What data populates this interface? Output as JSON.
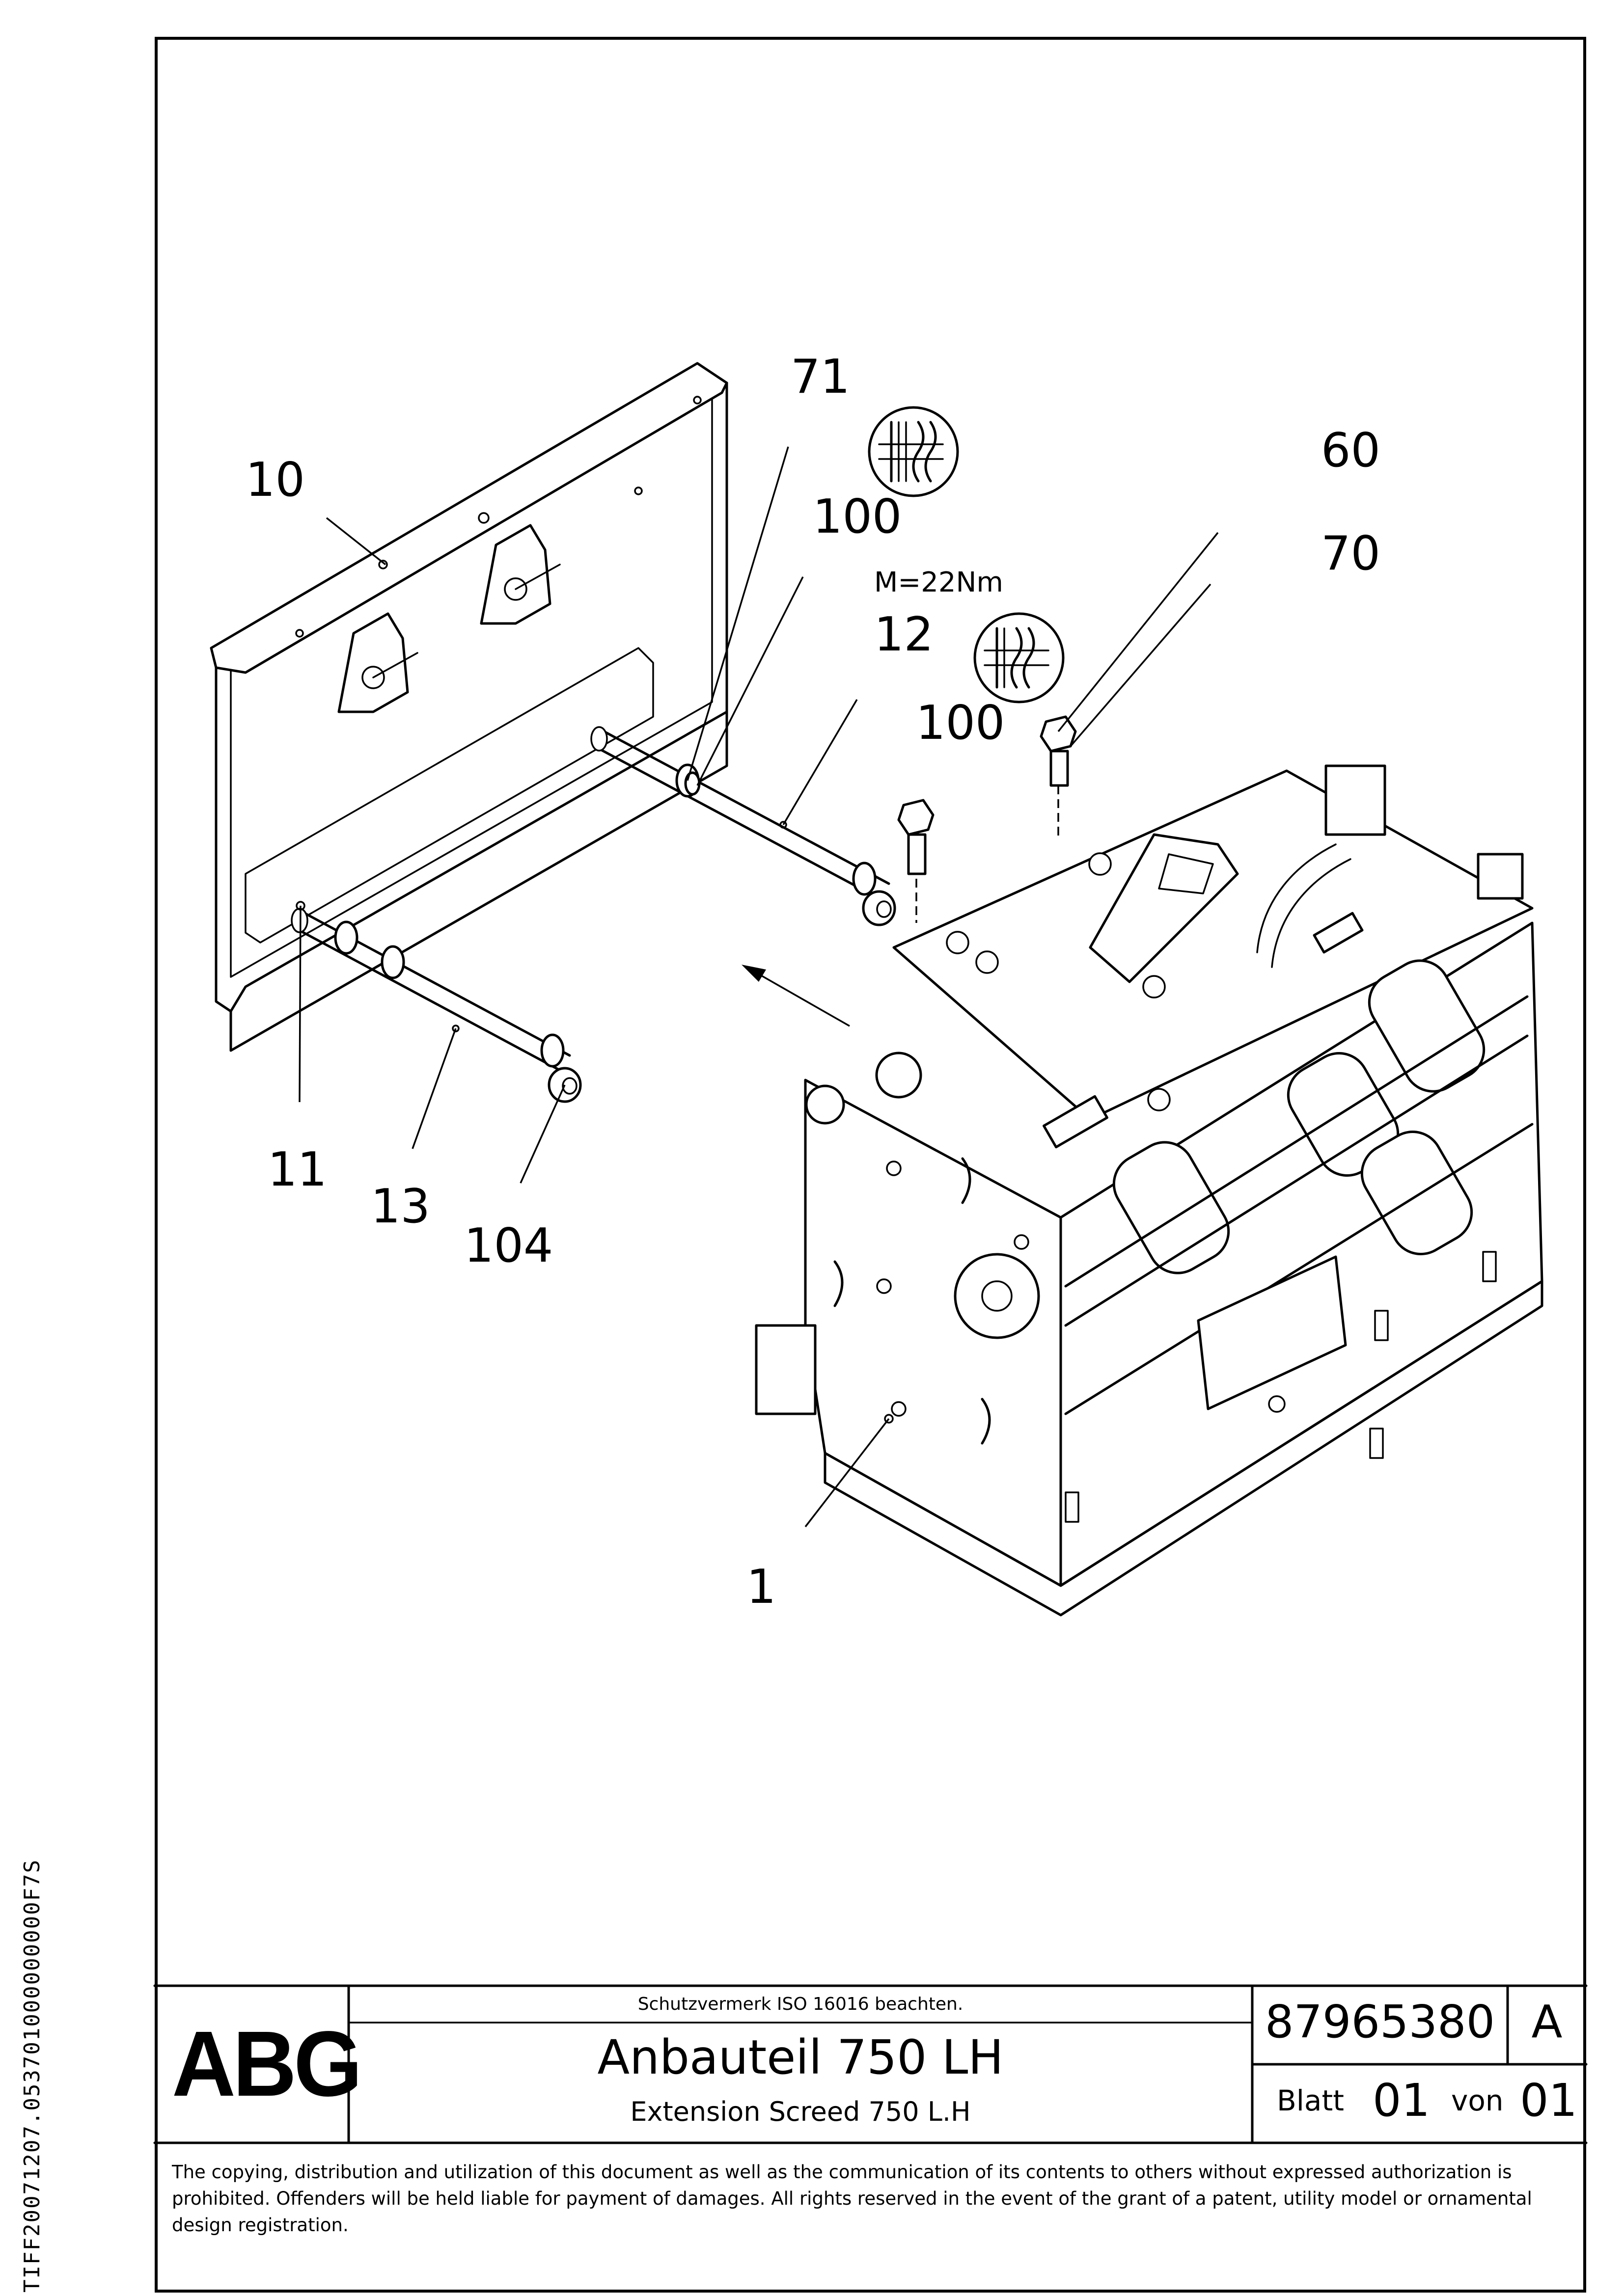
{
  "side_code": "TIFF20071207.053701000000000F7S",
  "callouts": {
    "c10": "10",
    "c71": "71",
    "c100a": "100",
    "c60": "60",
    "c70": "70",
    "c12": "12",
    "c100b": "100",
    "c11": "11",
    "c13": "13",
    "c104": "104",
    "c1": "1"
  },
  "torque_label": "M=22Nm",
  "title_block": {
    "logo": "ABG",
    "protection_note": "Schutzvermerk ISO 16016 beachten.",
    "title": "Anbauteil 750 LH",
    "subtitle": "Extension Screed 750 L.H",
    "part_number": "87965380",
    "revision": "A",
    "sheet_label": "Blatt",
    "sheet_number": "01",
    "of_label": "von",
    "sheet_total": "01"
  },
  "legal_notice": "The copying, distribution and utilization of this document as well as the communication of its contents to others without expressed authorization is prohibited. Offenders will be held liable for payment of damages. All rights reserved in the event of the grant of a patent, utility model or ornamental design registration."
}
